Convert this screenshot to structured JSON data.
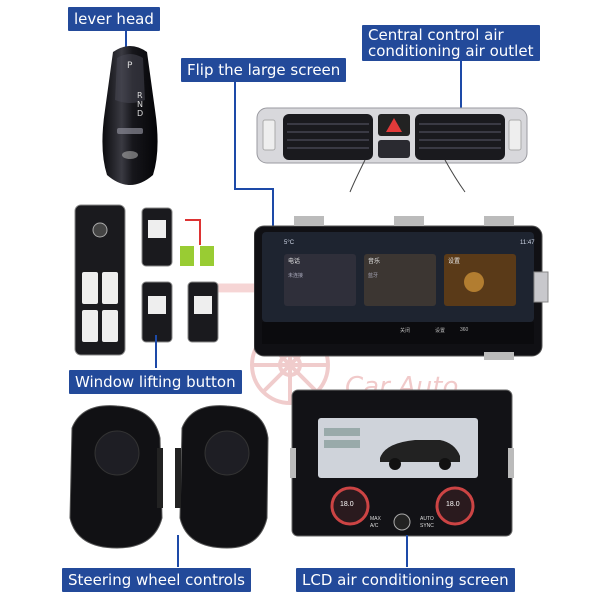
{
  "labels": {
    "lever_head": "lever head",
    "flip_screen": "Flip the large screen",
    "air_outlet_line1": "Central control air",
    "air_outlet_line2": "conditioning air outlet",
    "window_button": "Window lifting button",
    "steering_controls": "Steering wheel controls",
    "lcd_screen": "LCD air conditioning screen"
  },
  "lever_letters": [
    "P",
    "R",
    "N",
    "D"
  ],
  "screen_ui": {
    "status": "5°C",
    "time": "11:47",
    "tiles": [
      "电话",
      "音乐",
      "设置"
    ],
    "tile_subs": [
      "未连接",
      "蓝牙",
      ""
    ],
    "bottom_bar": [
      "关闭",
      "设置",
      "360"
    ]
  },
  "climate_ui": {
    "left_temp": "18.0",
    "right_temp": "18.0",
    "max_label": "MAX",
    "ac_label": "A/C",
    "auto_label": "AUTO",
    "sync_label": "SYNC"
  },
  "colors": {
    "label_bg": "#234a9a",
    "label_text": "#ffffff",
    "leader": "#1d4aa8",
    "watermark": "#e8a0a0"
  }
}
